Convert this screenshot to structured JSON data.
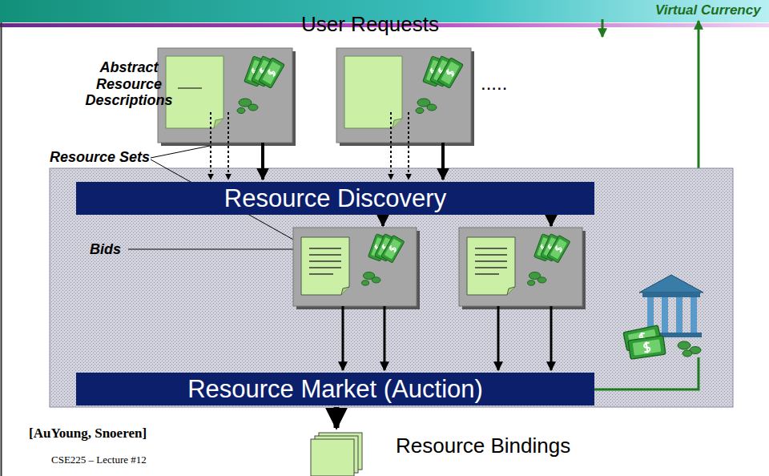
{
  "diagram": {
    "nodes": [
      {
        "text": [
          "Resource Discovery"
        ]
      },
      {
        "text": [
          "Resource Market (Auction)"
        ]
      }
    ],
    "labels": [
      "Virtual Currency",
      "User Requests",
      ".....",
      "Abstract Resource Descriptions",
      "Resource Sets",
      "Bids",
      "Resource Bindings",
      "[AuYoung, Snoeren]",
      "CSE225 – Lecture #12"
    ]
  }
}
